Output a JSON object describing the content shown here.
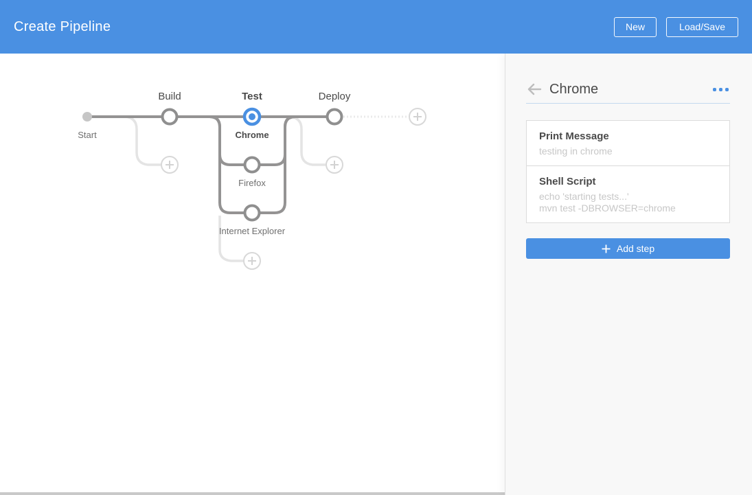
{
  "header": {
    "title": "Create Pipeline",
    "buttons": [
      {
        "label": "New"
      },
      {
        "label": "Load/Save"
      }
    ]
  },
  "graph": {
    "start_label": "Start",
    "stages": [
      {
        "name": "Build",
        "selected": false
      },
      {
        "name": "Test",
        "selected": true,
        "branches": [
          {
            "name": "Chrome",
            "selected": true
          },
          {
            "name": "Firefox",
            "selected": false
          },
          {
            "name": "Internet Explorer",
            "selected": false
          }
        ]
      },
      {
        "name": "Deploy",
        "selected": false
      }
    ],
    "icons": [
      "add-stage-plus-icon",
      "add-branch-plus-icon"
    ]
  },
  "panel": {
    "back_icon": "arrow-left-icon",
    "title": "Chrome",
    "menu_icon": "ellipsis-menu-icon",
    "steps": [
      {
        "title": "Print Message",
        "details": [
          "testing in chrome"
        ]
      },
      {
        "title": "Shell Script",
        "details": [
          "echo 'starting tests...'",
          "mvn test -DBROWSER=chrome"
        ]
      }
    ],
    "add_step": {
      "icon": "plus-icon",
      "label": "Add step"
    }
  },
  "colors": {
    "accent_blue": "#4a90e2",
    "graph_line": "#949393",
    "graph_light_line": "#e4e4e4",
    "panel_bg": "#f8f8f8",
    "divider_blue": "#c3d8ef",
    "muted_text": "#c7c7c7",
    "dark_text": "#4a4a4a"
  }
}
